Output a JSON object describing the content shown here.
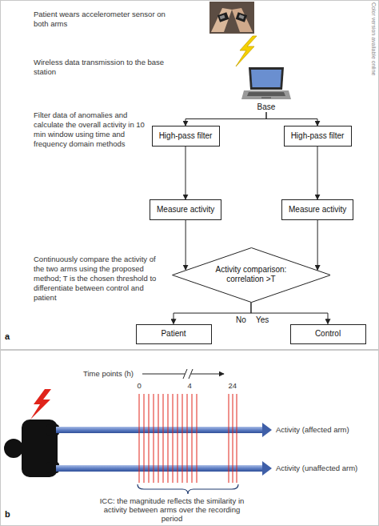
{
  "diagram": {
    "nodes": [
      {
        "text": [
          "Base"
        ]
      },
      {
        "text": [
          "High-pass filter"
        ]
      },
      {
        "text": [
          "High-pass filter"
        ]
      },
      {
        "text": [
          "Measure activity"
        ]
      },
      {
        "text": [
          "Measure activity"
        ]
      },
      {
        "text": [
          "Activity comparison: correlation >T"
        ]
      },
      {
        "text": [
          "Patient"
        ]
      },
      {
        "text": [
          "Control"
        ]
      }
    ],
    "edges": [
      {
        "from": 0,
        "to": 1,
        "arrow": "to"
      },
      {
        "from": 0,
        "to": 2,
        "arrow": "to"
      },
      {
        "from": 1,
        "to": 3,
        "arrow": "to"
      },
      {
        "from": 2,
        "to": 4,
        "arrow": "to"
      },
      {
        "from": 3,
        "to": 5,
        "arrow": "to"
      },
      {
        "from": 4,
        "to": 5,
        "arrow": "to"
      },
      {
        "from": 5,
        "to": 6,
        "label": "No",
        "arrow": "to"
      },
      {
        "from": 5,
        "to": 7,
        "label": "Yes",
        "arrow": "to"
      }
    ],
    "labels": [
      "Patient wears accelerometer sensor on both arms",
      "Wireless data transmission to the base station",
      "Filter data of anomalies and calculate the overall activity in 10 min window using time and frequency domain methods",
      "Continuously compare the activity of the two arms using the proposed method; T is the chosen threshold to differentiate between control and patient",
      "a",
      "Color version available online",
      "Time points (h)",
      "0",
      "4",
      "24",
      "Activity (affected arm)",
      "Activity (unaffected arm)",
      "ICC: the magnitude reflects the similarity in activity between arms over the recording period",
      "b"
    ]
  }
}
